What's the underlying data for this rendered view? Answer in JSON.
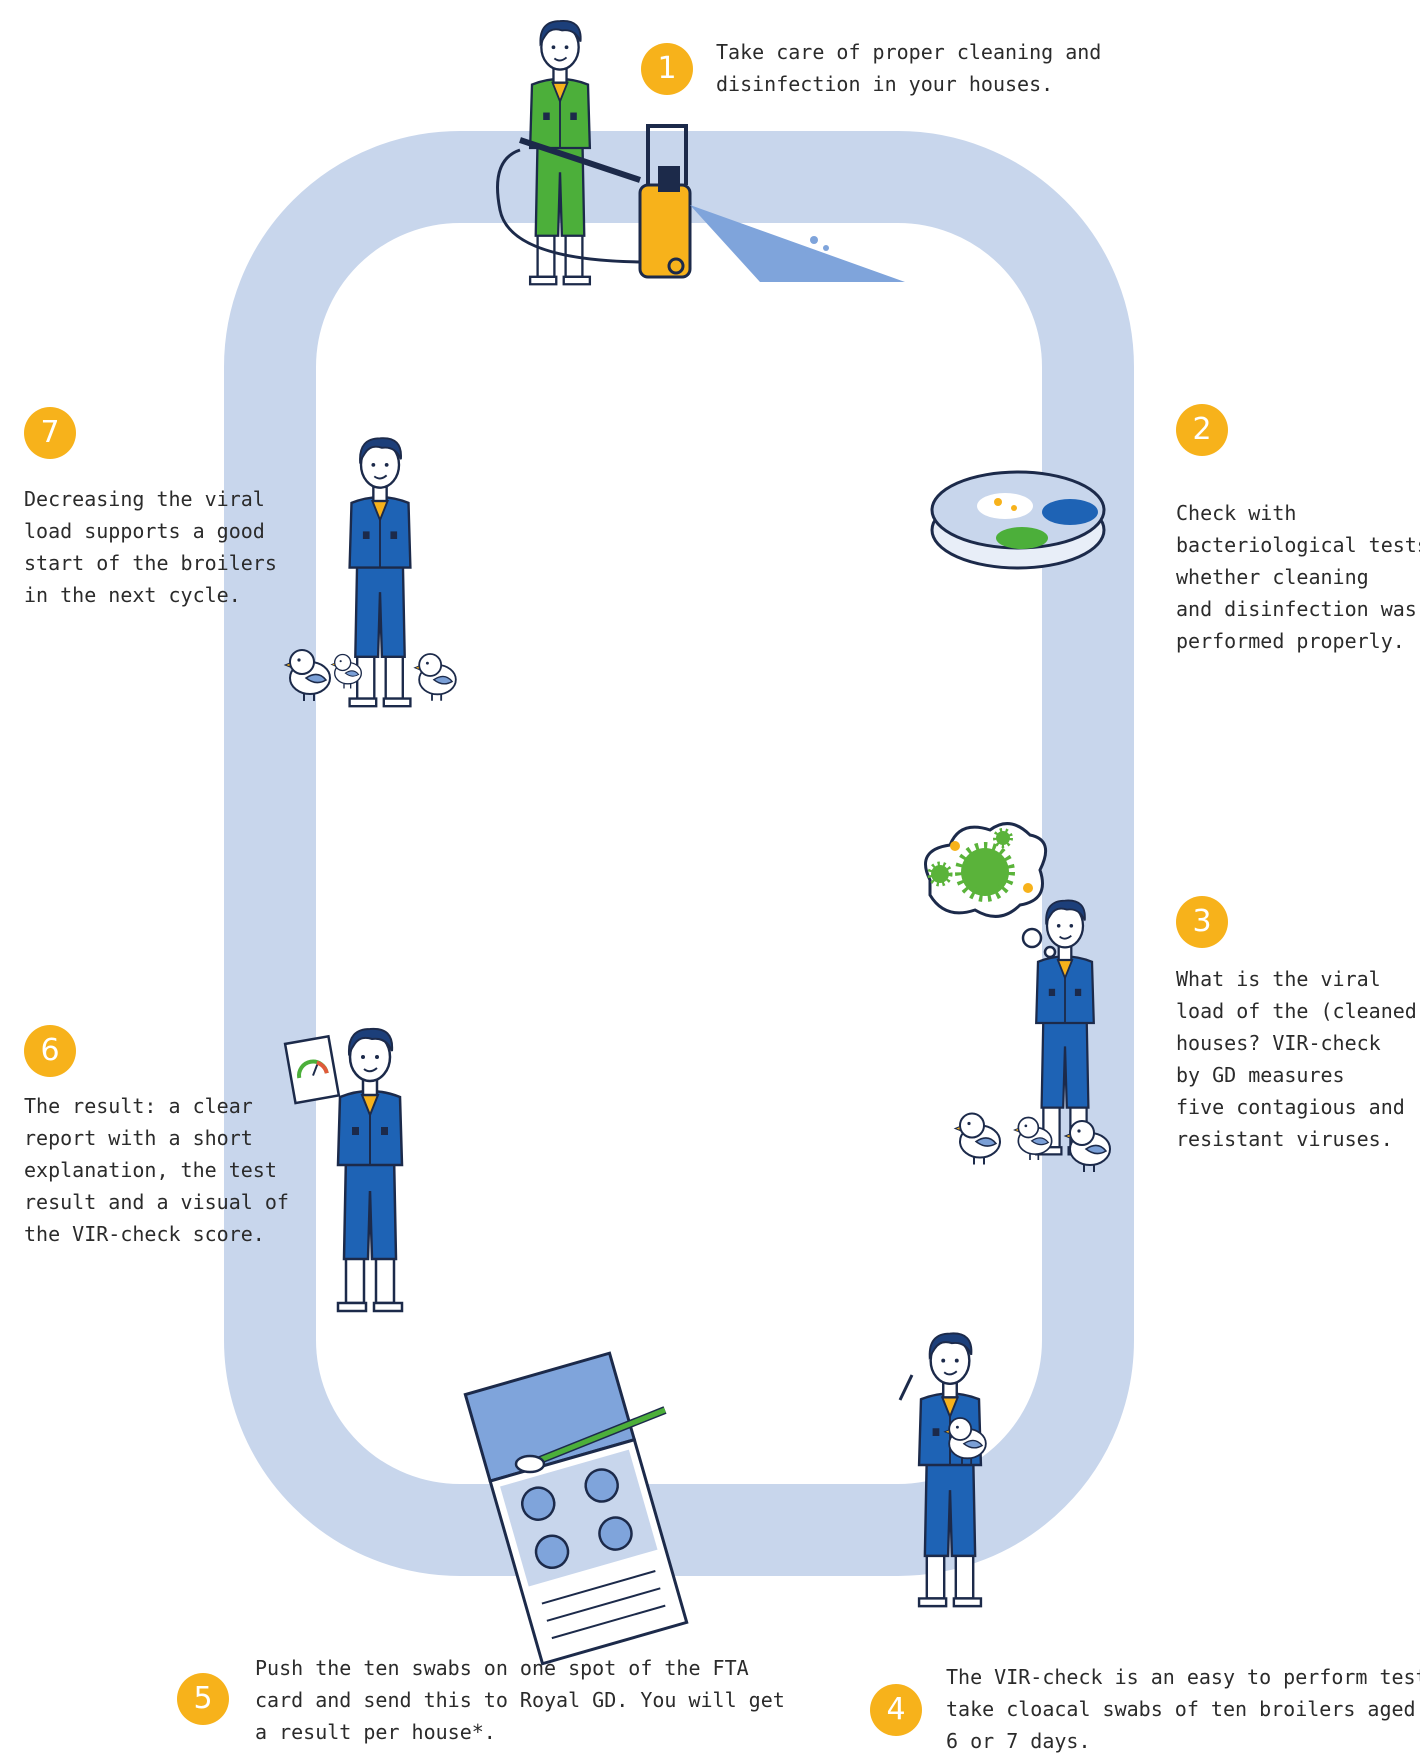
{
  "colors": {
    "loop": "#c8d6ec",
    "badge": "#f7b21b",
    "text": "#2b2b2b",
    "overall_blue": "#1e63b5",
    "overall_green": "#4caf3a",
    "outline": "#1c2a4a",
    "virus_green": "#5ab33a",
    "skin": "#ffffff"
  },
  "steps": [
    {
      "number": "1",
      "lines": [
        "Take care of proper cleaning and",
        "disinfection in your houses."
      ],
      "illustration": "pressure-washer-farmer"
    },
    {
      "number": "2",
      "lines": [
        "Check with",
        "bacteriological tests",
        "whether cleaning",
        "and disinfection was",
        "performed properly."
      ],
      "illustration": "petri-dish"
    },
    {
      "number": "3",
      "lines": [
        "What is the viral",
        "load of the (cleaned)",
        "houses? VIR-check",
        "by GD measures",
        "five contagious and",
        "resistant viruses."
      ],
      "illustration": "thinking-farmer-viruses"
    },
    {
      "number": "4",
      "lines": [
        "The VIR-check is an easy to perform test:",
        "take cloacal swabs of ten broilers aged",
        "6 or 7 days."
      ],
      "illustration": "farmer-swab-chick"
    },
    {
      "number": "5",
      "lines": [
        "Push the ten swabs on one spot of the FTA",
        "card and send this to Royal GD. You will get",
        "a result per house*."
      ],
      "illustration": "fta-card-swab"
    },
    {
      "number": "6",
      "lines": [
        "The result: a clear",
        "report with a short",
        "explanation, the test",
        "result and a visual of",
        "the VIR-check score."
      ],
      "illustration": "farmer-report"
    },
    {
      "number": "7",
      "lines": [
        "Decreasing the viral",
        "load supports a good",
        "start of the broilers",
        "in the next cycle."
      ],
      "illustration": "farmer-chicks"
    }
  ]
}
